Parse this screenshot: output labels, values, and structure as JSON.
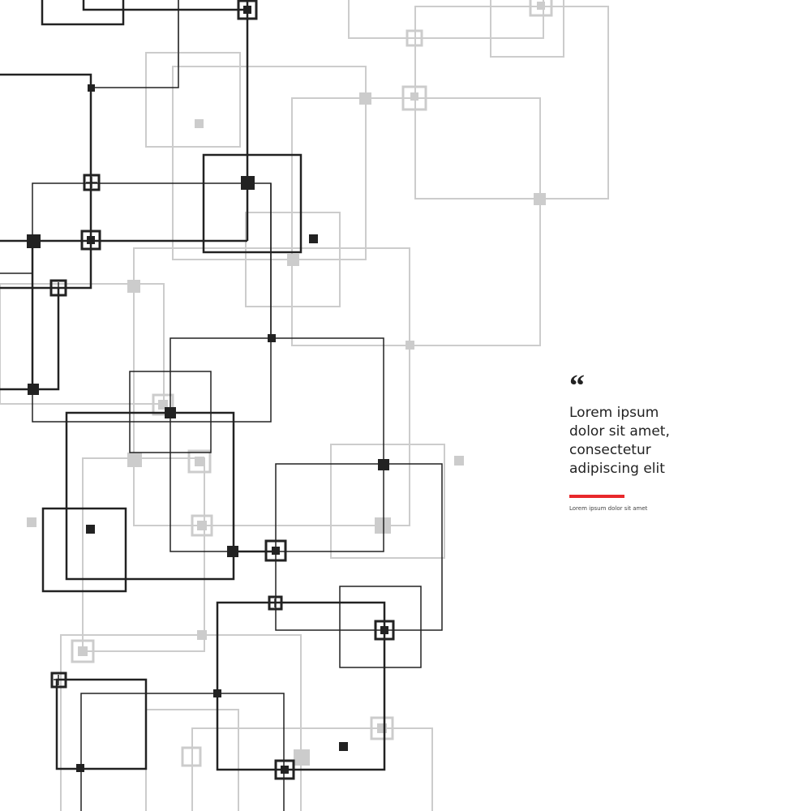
{
  "quote": {
    "mark": "“",
    "lines": [
      "Lorem ipsum",
      "dolor sit amet,",
      "consectetur",
      "adipiscing elit"
    ],
    "caption": "Lorem ipsum dolor sit amet"
  },
  "stock_id": "#396316375",
  "colors": {
    "background": "#ffffff",
    "dark": "#222222",
    "light": "#cccccc",
    "accent": "#e8282b"
  }
}
